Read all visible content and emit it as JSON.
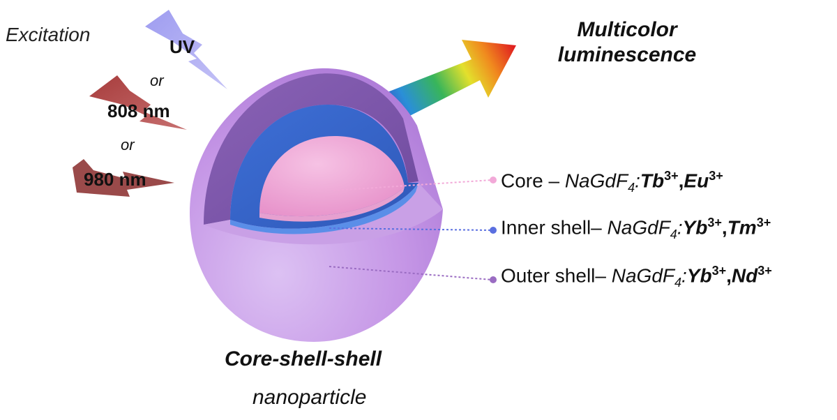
{
  "excitation": {
    "label": "Excitation",
    "sources": [
      {
        "label": "UV",
        "color": "#a9a7f0"
      },
      {
        "label": "808 nm",
        "color": "#b04545"
      },
      {
        "label": "980 nm",
        "color": "#944a4a"
      }
    ],
    "separator": "or"
  },
  "output": {
    "line1": "Multicolor",
    "line2": "luminescence",
    "gradient": [
      "#3f2fb5",
      "#2a8fd8",
      "#38b55a",
      "#e3e02c",
      "#f08a1e",
      "#e02020"
    ]
  },
  "particle": {
    "title": "Core-shell-shell",
    "subtitle": "nanoparticle",
    "colors": {
      "core": "#f2a9d8",
      "inner": "#4a7fe0",
      "outer": "#c89ae6"
    }
  },
  "layers": [
    {
      "name": "Core – ",
      "host": "NaGdF",
      "sub": "4",
      "sep": ":",
      "ion1": "Tb",
      "ion1_sup": "3+",
      "comma": ",",
      "ion2": "Eu",
      "ion2_sup": "3+",
      "dot_color": "#f2a9d8"
    },
    {
      "name": "Inner shell– ",
      "host": "NaGdF",
      "sub": "4",
      "sep": ":",
      "ion1": "Yb",
      "ion1_sup": "3+",
      "comma": ",",
      "ion2": "Tm",
      "ion2_sup": "3+",
      "dot_color": "#5a6fe0"
    },
    {
      "name": "Outer shell– ",
      "host": "NaGdF",
      "sub": "4",
      "sep": ":",
      "ion1": "Yb",
      "ion1_sup": "3+",
      "comma": ",",
      "ion2": "Nd",
      "ion2_sup": "3+",
      "dot_color": "#9a6cc2"
    }
  ]
}
